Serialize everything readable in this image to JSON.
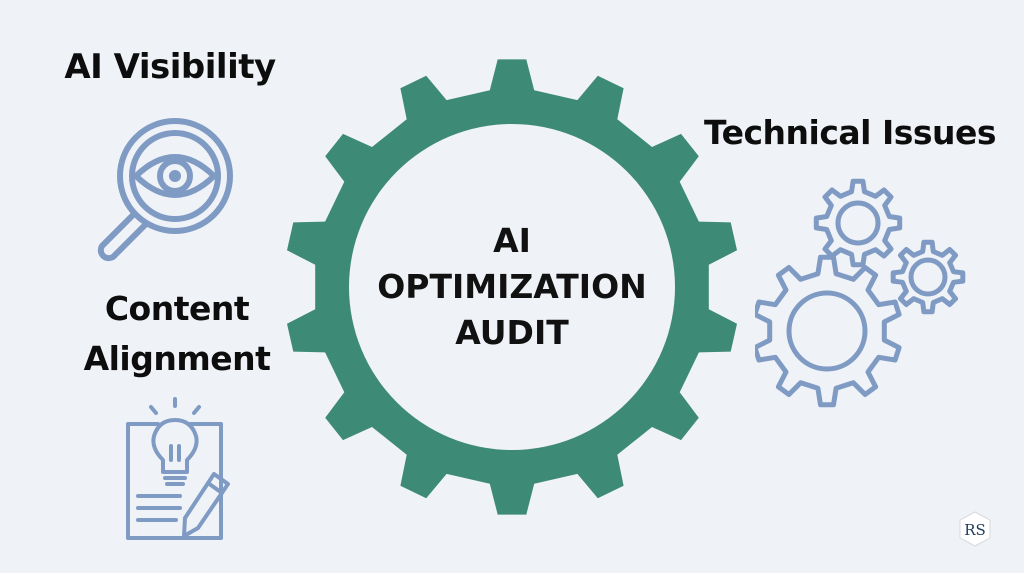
{
  "center": {
    "line1": "AI",
    "line2": "OPTIMIZATION",
    "line3": "AUDIT"
  },
  "labels": {
    "ai_visibility": "AI Visibility",
    "technical_issues": "Technical Issues",
    "content_alignment": "Content Alignment"
  },
  "logo": {
    "text": "RS"
  },
  "colors": {
    "background": "#eff2f7",
    "gear": "#3d8a76",
    "icon_stroke": "#7f9bc4",
    "text": "#111111"
  },
  "icons": {
    "ai_visibility": "magnifier-eye-icon",
    "technical_issues": "gears-icon",
    "content_alignment": "lightbulb-document-pencil-icon",
    "center": "gear-icon"
  }
}
